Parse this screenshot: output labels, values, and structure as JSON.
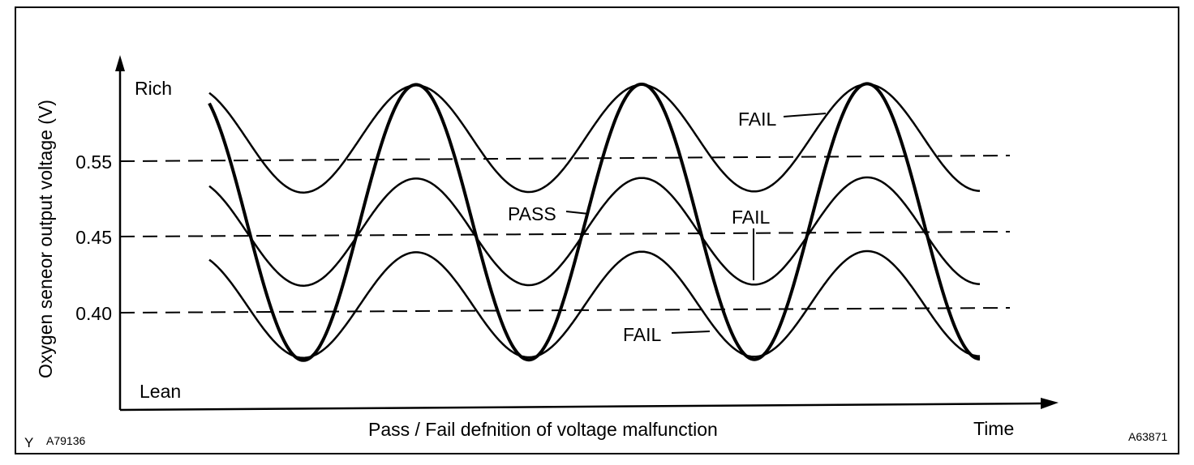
{
  "figure": {
    "caption": "Pass / Fail defnition of voltage malfunction",
    "code_left_prefix": "Y",
    "code_left": "A79136",
    "code_right": "A63871"
  },
  "axes": {
    "y_label": "Oxygen seneor output voltage (V)",
    "y_top_label": "Rich",
    "y_bottom_label": "Lean",
    "x_label": "Time",
    "thresholds": [
      "0.55",
      "0.45",
      "0.40"
    ]
  },
  "curves": {
    "pass_label": "PASS",
    "fail_high_label": "FAIL",
    "fail_mid_label": "FAIL",
    "fail_low_label": "FAIL"
  },
  "colors": {
    "ink": "#000000",
    "background": "#ffffff"
  }
}
